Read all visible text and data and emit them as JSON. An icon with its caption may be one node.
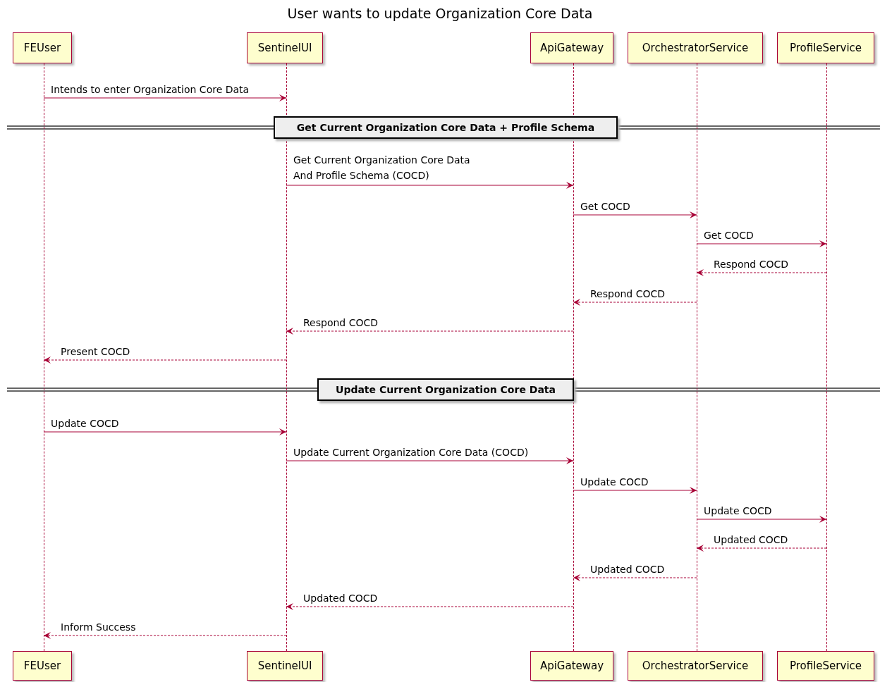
{
  "diagram": {
    "title": "User wants to update Organization Core Data",
    "nodes": [
      {
        "text": [
          "FEUser"
        ]
      },
      {
        "text": [
          "SentinelUI"
        ]
      },
      {
        "text": [
          "ApiGateway"
        ]
      },
      {
        "text": [
          "OrchestratorService"
        ]
      },
      {
        "text": [
          "ProfileService"
        ]
      },
      {
        "text": [],
        "shape": "line"
      },
      {
        "text": [],
        "shape": "line"
      },
      {
        "text": [],
        "shape": "line"
      },
      {
        "text": [],
        "shape": "line"
      },
      {
        "text": [],
        "shape": "line"
      },
      {
        "text": [
          "Get Current Organization Core Data + Profile Schema"
        ]
      },
      {
        "text": [
          "Update Current Organization Core Data"
        ]
      },
      {
        "text": [
          "FEUser"
        ]
      },
      {
        "text": [
          "SentinelUI"
        ]
      },
      {
        "text": [
          "ApiGateway"
        ]
      },
      {
        "text": [
          "OrchestratorService"
        ]
      },
      {
        "text": [
          "ProfileService"
        ]
      }
    ],
    "edges": [
      {
        "from": 5,
        "to": 6,
        "arrow": "to",
        "label": "Intends to enter Organization Core Data"
      },
      {
        "from": 6,
        "to": 7,
        "arrow": "to",
        "label": "Get Current Organization Core Data And Profile Schema (COCD)"
      },
      {
        "from": 7,
        "to": 8,
        "arrow": "to",
        "label": "Get COCD"
      },
      {
        "from": 8,
        "to": 9,
        "arrow": "to",
        "label": "Get COCD"
      },
      {
        "from": 9,
        "to": 8,
        "arrow": "to",
        "label": "Respond COCD",
        "style": "dashed"
      },
      {
        "from": 8,
        "to": 7,
        "arrow": "to",
        "label": "Respond COCD",
        "style": "dashed"
      },
      {
        "from": 7,
        "to": 6,
        "arrow": "to",
        "label": "Respond COCD",
        "style": "dashed"
      },
      {
        "from": 6,
        "to": 5,
        "arrow": "to",
        "label": "Present COCD",
        "style": "dashed"
      },
      {
        "from": 5,
        "to": 6,
        "arrow": "to",
        "label": "Update COCD"
      },
      {
        "from": 6,
        "to": 7,
        "arrow": "to",
        "label": "Update Current Organization Core Data (COCD)"
      },
      {
        "from": 7,
        "to": 8,
        "arrow": "to",
        "label": "Update COCD"
      },
      {
        "from": 8,
        "to": 9,
        "arrow": "to",
        "label": "Update COCD"
      },
      {
        "from": 9,
        "to": 8,
        "arrow": "to",
        "label": "Updated COCD",
        "style": "dashed"
      },
      {
        "from": 8,
        "to": 7,
        "arrow": "to",
        "label": "Updated COCD",
        "style": "dashed"
      },
      {
        "from": 7,
        "to": 6,
        "arrow": "to",
        "label": "Updated COCD",
        "style": "dashed"
      },
      {
        "from": 6,
        "to": 5,
        "arrow": "to",
        "label": "Inform Success",
        "style": "dashed"
      }
    ]
  }
}
